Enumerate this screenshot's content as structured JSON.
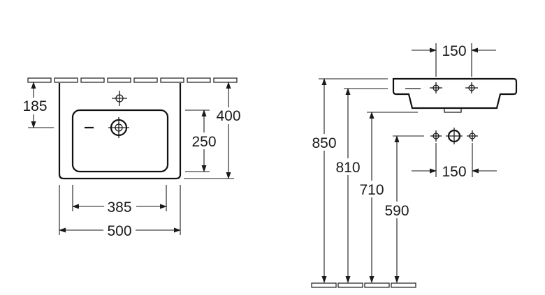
{
  "drawing": {
    "top_view": {
      "dimensions": {
        "tap_hole_from_wall": "185",
        "basin_depth": "400",
        "bowl_depth": "250",
        "bowl_width": "385",
        "overall_width": "500"
      }
    },
    "side_view": {
      "dimensions": {
        "tap_hole_spacing_top": "150",
        "tap_hole_spacing_bottom": "150",
        "rim_height": "850",
        "underside_height": "810",
        "bowl_bottom_height": "710",
        "tap_height": "590"
      }
    }
  }
}
